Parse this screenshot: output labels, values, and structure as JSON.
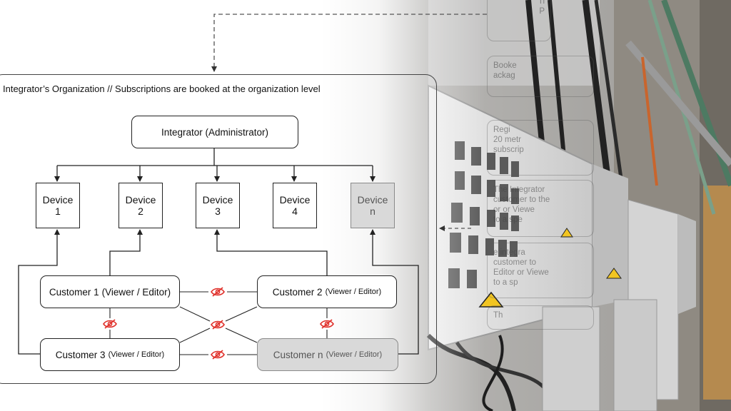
{
  "colors": {
    "line": "#222222",
    "hidden_icon": "#e0312b",
    "grey_box": "#d9d9d9",
    "dashed": "#555555"
  },
  "organization": {
    "title": "Integrator’s Organization // Subscriptions are booked at the organization level"
  },
  "integrator": {
    "label": "Integrator (Administrator)"
  },
  "devices": [
    {
      "line1": "Device",
      "line2": "1",
      "muted": false
    },
    {
      "line1": "Device",
      "line2": "2",
      "muted": false
    },
    {
      "line1": "Device",
      "line2": "3",
      "muted": false
    },
    {
      "line1": "Device",
      "line2": "4",
      "muted": false
    },
    {
      "line1": "Device",
      "line2": "n",
      "muted": true
    }
  ],
  "customers": [
    {
      "name": "Customer 1",
      "role": "(Viewer / Editor)",
      "muted": false
    },
    {
      "name": "Customer 2",
      "role": "(Viewer / Editor)",
      "muted": false
    },
    {
      "name": "Customer 3",
      "role": "(Viewer / Editor)",
      "muted": false
    },
    {
      "name": "Customer n",
      "role": "(Viewer / Editor)",
      "muted": true
    }
  ],
  "icons": {
    "hidden": "eye-slash-icon"
  },
  "background_ghost_panels": [
    {
      "text": "Ti\nP"
    },
    {
      "text": "Booke\nackag"
    },
    {
      "text": "Regi\n20 metr\nsubscrip"
    },
    {
      "text": "The Integrator\ncustomer to the\nor or Viewe\nto a spe"
    },
    {
      "text": "e integra\ncustomer to\nEditor or Viewe\nto a sp"
    },
    {
      "text": "Th"
    }
  ]
}
